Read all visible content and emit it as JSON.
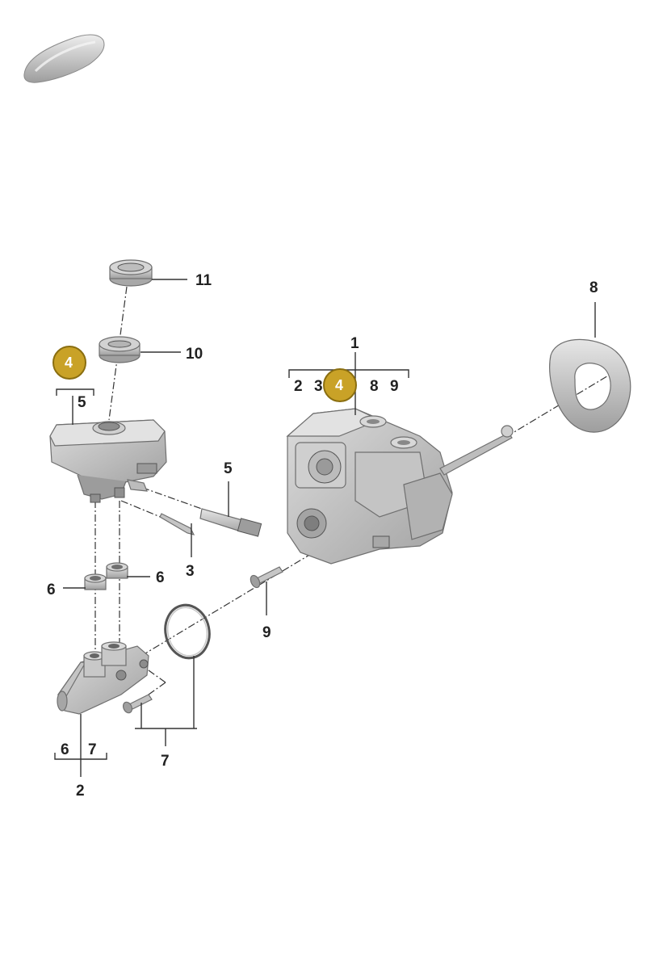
{
  "callouts": {
    "c1": "1",
    "c2": "2",
    "c3": "3",
    "c5_tank": "5",
    "c5_sensor": "5",
    "c6_left": "6",
    "c6_right": "6",
    "c7_oring": "7",
    "c8": "8",
    "c9_bolt": "9",
    "c10": "10",
    "c11": "11"
  },
  "subgroups": {
    "group_1": [
      "2",
      "3",
      "4",
      "8",
      "9"
    ],
    "group_tank": [
      "5"
    ],
    "group_2": [
      "6",
      "7"
    ]
  },
  "badges": {
    "tank_badge": "4",
    "booster_badge": "4"
  },
  "colors": {
    "badge_fill": "#c9a227",
    "badge_stroke": "#8a6e10",
    "part_light": "#d9d9d9",
    "part_mid": "#b5b5b5",
    "part_dark": "#8c8c8c",
    "car_icon": "#c8c8c8"
  },
  "icons": {
    "car": "car-silhouette-icon"
  }
}
